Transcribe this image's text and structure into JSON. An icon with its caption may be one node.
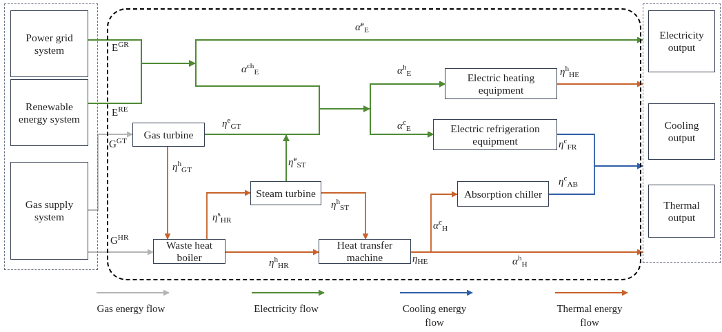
{
  "diagram": {
    "nodes": [
      {
        "text": [],
        "shape": "box"
      },
      {
        "text": [
          "Power grid system"
        ],
        "in": 0
      },
      {
        "text": [
          "Renewable energy system"
        ],
        "in": 0
      },
      {
        "text": [
          "Gas supply system"
        ],
        "in": 0
      },
      {
        "text": [],
        "shape": "box"
      },
      {
        "text": [],
        "shape": "box"
      },
      {
        "text": [
          "Electricity output"
        ],
        "in": 5
      },
      {
        "text": [
          "Cooling output"
        ],
        "in": 5
      },
      {
        "text": [
          "Thermal output"
        ],
        "in": 5
      },
      {
        "text": [
          "Gas turbine"
        ],
        "in": 4
      },
      {
        "text": [
          "Waste heat boiler"
        ],
        "in": 4
      },
      {
        "text": [
          "Steam turbine"
        ],
        "in": 4
      },
      {
        "text": [
          "Heat transfer machine"
        ],
        "in": 4
      },
      {
        "text": [
          "Electric heating equipment"
        ],
        "in": 4
      },
      {
        "text": [
          "Electric refrigeration equipment"
        ],
        "in": 4
      },
      {
        "text": [
          "Absorption chiller"
        ],
        "in": 4
      }
    ],
    "edges": [
      {
        "from": 1,
        "to": 5,
        "arrow": "to"
      },
      {
        "from": 2,
        "to": 5,
        "arrow": "to"
      },
      {
        "from": 1,
        "to": 13,
        "arrow": "to"
      },
      {
        "from": 1,
        "to": 14,
        "arrow": "to"
      },
      {
        "from": 2,
        "to": 13,
        "arrow": "to"
      },
      {
        "from": 2,
        "to": 14,
        "arrow": "to"
      },
      {
        "from": 9,
        "to": 13,
        "arrow": "to"
      },
      {
        "from": 9,
        "to": 14,
        "arrow": "to"
      },
      {
        "from": 11,
        "to": 13,
        "arrow": "to"
      },
      {
        "from": 11,
        "to": 14,
        "arrow": "to"
      },
      {
        "from": 3,
        "to": 9,
        "arrow": "to",
        "color": "#b4b4b4"
      },
      {
        "from": 3,
        "to": 10,
        "arrow": "to",
        "color": "#b4b4b4"
      },
      {
        "from": 9,
        "to": 10,
        "arrow": "to",
        "color": "#c8622a"
      },
      {
        "from": 10,
        "to": 11,
        "arrow": "to",
        "color": "#c8622a"
      },
      {
        "from": 10,
        "to": 12,
        "arrow": "to",
        "color": "#c8622a"
      },
      {
        "from": 11,
        "to": 12,
        "arrow": "to",
        "color": "#c8622a"
      },
      {
        "from": 12,
        "to": 15,
        "arrow": "to",
        "color": "#c8622a"
      },
      {
        "from": 12,
        "to": 5,
        "arrow": "to",
        "color": "#c8622a"
      },
      {
        "from": 13,
        "to": 5,
        "arrow": "to",
        "color": "#c8622a"
      },
      {
        "from": 14,
        "to": 5,
        "arrow": "to",
        "color": "#2e5ea8"
      },
      {
        "from": 15,
        "to": 5,
        "arrow": "to",
        "color": "#2e5ea8"
      }
    ],
    "labels": [
      "*α*$^{e}$$_{E}$",
      "E$^{GR}$",
      "E$^{RE}$",
      "*α*$^{ch}$$_{E}$",
      "*α*$^{h}$$_{E}$",
      "*η*$^{h}$$_{HE}$",
      "G$^{GT}$",
      "*η*$^{e}$$_{GT}$",
      "*α*$^{c}$$_{E}$",
      "*η*$^{c}$$_{FR}$",
      "*η*$^{h}$$_{GT}$",
      "*η*$^{e}$$_{ST}$",
      "*η*$^{c}$$_{AB}$",
      "*η*$^{s}$$_{HR}$",
      "*η*$^{h}$$_{ST}$",
      "*α*$^{c}$$_{H}$",
      "G$^{HR}$",
      "*η*$^{h}$$_{HR}$",
      "*η*$_{HE}$",
      "*α*$^{h}$$_{H}$"
    ],
    "legend": [
      {
        "text": "Gas energy flow"
      },
      {
        "text": "Electricity flow"
      },
      {
        "text": "Cooling energy flow"
      },
      {
        "text": "Thermal energy flow"
      }
    ]
  }
}
